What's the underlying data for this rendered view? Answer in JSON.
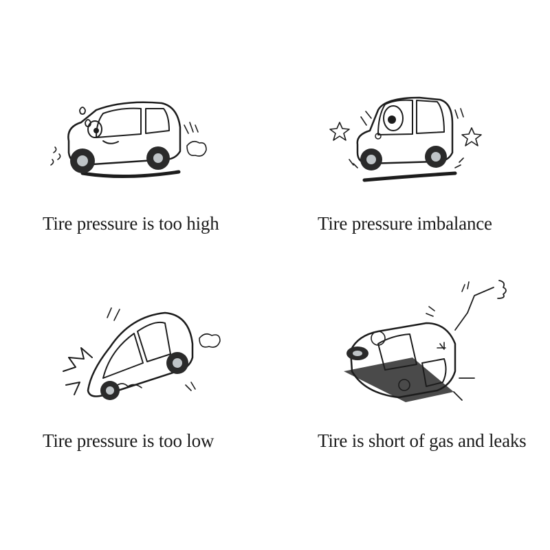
{
  "panels": [
    {
      "caption": "Tire pressure is too high"
    },
    {
      "caption": "Tire pressure imbalance"
    },
    {
      "caption": "Tire pressure is too low"
    },
    {
      "caption": "Tire is short of gas and leaks"
    }
  ],
  "colors": {
    "car_body": "#8fd3e4",
    "window": "#cfd4d8",
    "tire": "#2a2a2a",
    "star": "#7fd0e6",
    "background": "#ffffff"
  }
}
